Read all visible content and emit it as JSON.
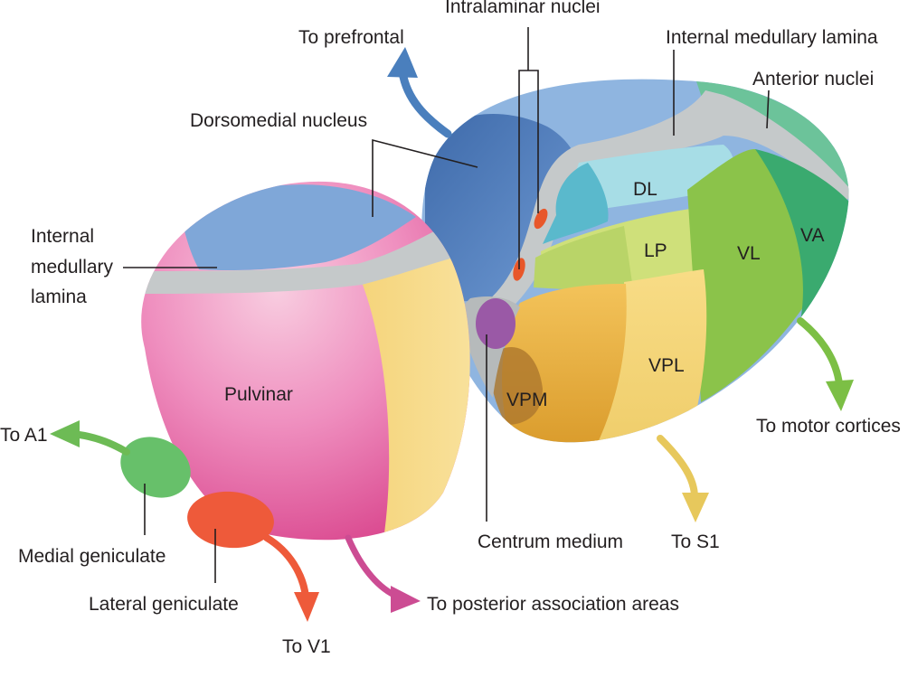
{
  "labels": {
    "intralaminar_nuclei": "Intralaminar nuclei",
    "to_prefrontal": "To prefrontal",
    "internal_medullary_lamina_top": "Internal medullary lamina",
    "anterior_nuclei": "Anterior nuclei",
    "dorsomedial_nucleus": "Dorsomedial nucleus",
    "internal_medullary_lamina_left": [
      "Internal",
      "medullary",
      "lamina"
    ],
    "pulvinar": "Pulvinar",
    "to_a1": "To A1",
    "medial_geniculate": "Medial geniculate",
    "lateral_geniculate": "Lateral geniculate",
    "to_v1": "To V1",
    "to_posterior_association_areas": "To posterior association areas",
    "centrum_medium": "Centrum medium",
    "to_s1": "To S1",
    "to_motor_cortices": "To motor cortices"
  },
  "nuclei": {
    "dl": "DL",
    "lp": "LP",
    "vl": "VL",
    "va": "VA",
    "vpl": "VPL",
    "vpm": "VPM"
  },
  "colors": {
    "pulvinar_pink": "#e7529b",
    "dorsomedial_blue": "#4f7fbf",
    "light_blue": "#8fb5e0",
    "lamina_gray": "#c5c9ca",
    "anterior_green": "#6cc39a",
    "va_green": "#3aaa6f",
    "vl_green": "#8bc34a",
    "lp_green": "#cfe07a",
    "dl_cyan": "#a7dde6",
    "vpl_yellow": "#f6d67a",
    "vpm_orange": "#e2a534",
    "centrum_purple": "#9a59a6",
    "intralaminar_red": "#e8572a",
    "arrow_green": "#6dbb55",
    "arrow_red": "#ee5a3a",
    "arrow_magenta": "#cc4c93",
    "arrow_yellow": "#e7c85c",
    "arrow_blue": "#4a7fbd"
  }
}
